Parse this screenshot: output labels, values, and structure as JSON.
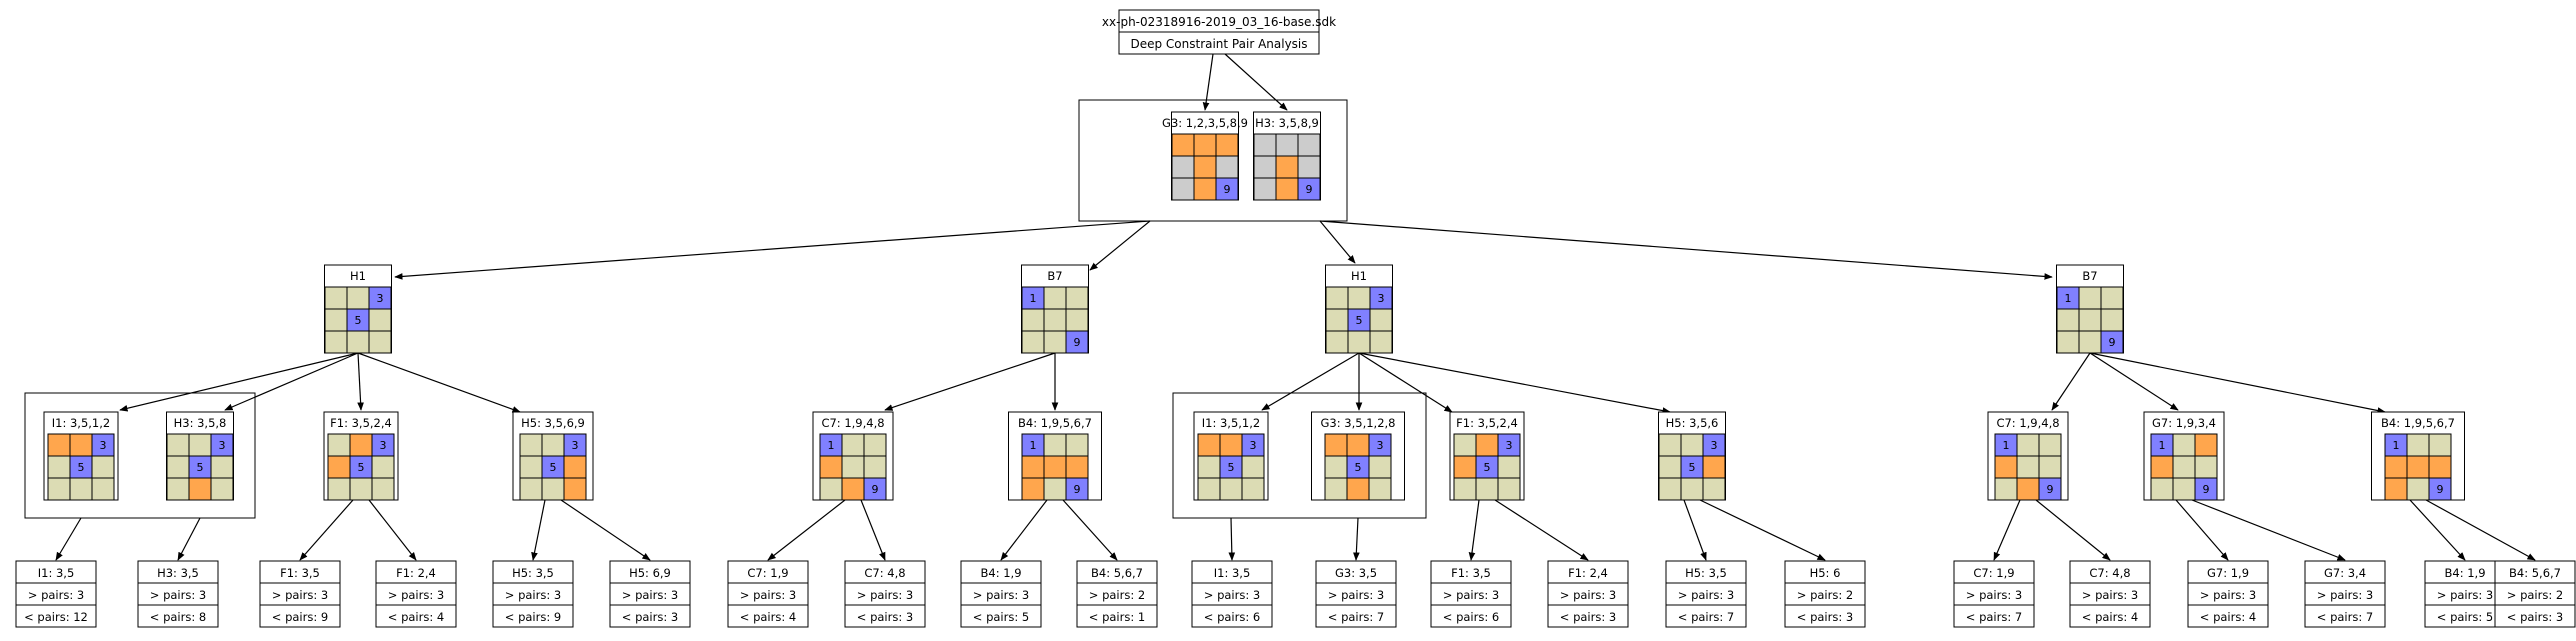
{
  "colors": {
    "orange": "#ffa64d",
    "gray": "#cccccc",
    "olive": "#dcdcb4",
    "blue": "#8080ff",
    "line": "#000000"
  },
  "root": {
    "title": "xx-ph-02318916-2019_03_16-base.sdk",
    "subtitle": "Deep Constraint Pair Analysis"
  },
  "nodes": [
    {
      "label": "G3: 1,2,3,5,8,9",
      "grid": [
        "O",
        "O",
        "O",
        "G",
        "O",
        "G",
        "G",
        "O",
        "B"
      ],
      "nums": [
        "",
        "",
        "",
        "",
        "",
        "",
        "",
        "",
        "9"
      ]
    },
    {
      "label": "H3: 3,5,8,9",
      "grid": [
        "G",
        "G",
        "G",
        "G",
        "O",
        "G",
        "G",
        "O",
        "B"
      ],
      "nums": [
        "",
        "",
        "",
        "",
        "",
        "",
        "",
        "",
        "9"
      ]
    },
    {
      "label": "H1",
      "grid": [
        "Y",
        "Y",
        "B",
        "Y",
        "B",
        "Y",
        "Y",
        "Y",
        "Y"
      ],
      "nums": [
        "",
        "",
        "3",
        "",
        "5",
        "",
        "",
        "",
        ""
      ]
    },
    {
      "label": "B7",
      "grid": [
        "B",
        "Y",
        "Y",
        "Y",
        "Y",
        "Y",
        "Y",
        "Y",
        "B"
      ],
      "nums": [
        "1",
        "",
        "",
        "",
        "",
        "",
        "",
        "",
        "9"
      ]
    },
    {
      "label": "H1",
      "grid": [
        "Y",
        "Y",
        "B",
        "Y",
        "B",
        "Y",
        "Y",
        "Y",
        "Y"
      ],
      "nums": [
        "",
        "",
        "3",
        "",
        "5",
        "",
        "",
        "",
        ""
      ]
    },
    {
      "label": "B7",
      "grid": [
        "B",
        "Y",
        "Y",
        "Y",
        "Y",
        "Y",
        "Y",
        "Y",
        "B"
      ],
      "nums": [
        "1",
        "",
        "",
        "",
        "",
        "",
        "",
        "",
        "9"
      ]
    },
    {
      "label": "I1: 3,5,1,2",
      "grid": [
        "O",
        "O",
        "B",
        "Y",
        "B",
        "Y",
        "Y",
        "Y",
        "Y"
      ],
      "nums": [
        "",
        "",
        "3",
        "",
        "5",
        "",
        "",
        "",
        ""
      ]
    },
    {
      "label": "H3: 3,5,8",
      "grid": [
        "Y",
        "Y",
        "B",
        "Y",
        "B",
        "Y",
        "Y",
        "O",
        "Y"
      ],
      "nums": [
        "",
        "",
        "3",
        "",
        "5",
        "",
        "",
        "",
        ""
      ]
    },
    {
      "label": "F1: 3,5,2,4",
      "grid": [
        "Y",
        "O",
        "B",
        "O",
        "B",
        "Y",
        "Y",
        "Y",
        "Y"
      ],
      "nums": [
        "",
        "",
        "3",
        "",
        "5",
        "",
        "",
        "",
        ""
      ]
    },
    {
      "label": "H5: 3,5,6,9",
      "grid": [
        "Y",
        "Y",
        "B",
        "Y",
        "B",
        "O",
        "Y",
        "Y",
        "O"
      ],
      "nums": [
        "",
        "",
        "3",
        "",
        "5",
        "",
        "",
        "",
        ""
      ]
    },
    {
      "label": "C7: 1,9,4,8",
      "grid": [
        "B",
        "Y",
        "Y",
        "O",
        "Y",
        "Y",
        "Y",
        "O",
        "B"
      ],
      "nums": [
        "1",
        "",
        "",
        "",
        "",
        "",
        "",
        "",
        "9"
      ]
    },
    {
      "label": "B4: 1,9,5,6,7",
      "grid": [
        "B",
        "Y",
        "Y",
        "O",
        "O",
        "O",
        "O",
        "Y",
        "B"
      ],
      "nums": [
        "1",
        "",
        "",
        "",
        "",
        "",
        "",
        "",
        "9"
      ]
    },
    {
      "label": "I1: 3,5,1,2",
      "grid": [
        "O",
        "O",
        "B",
        "Y",
        "B",
        "Y",
        "Y",
        "Y",
        "Y"
      ],
      "nums": [
        "",
        "",
        "3",
        "",
        "5",
        "",
        "",
        "",
        ""
      ]
    },
    {
      "label": "G3: 3,5,1,2,8",
      "grid": [
        "O",
        "O",
        "B",
        "Y",
        "B",
        "Y",
        "Y",
        "O",
        "Y"
      ],
      "nums": [
        "",
        "",
        "3",
        "",
        "5",
        "",
        "",
        "",
        ""
      ]
    },
    {
      "label": "F1: 3,5,2,4",
      "grid": [
        "Y",
        "O",
        "B",
        "O",
        "B",
        "Y",
        "Y",
        "Y",
        "Y"
      ],
      "nums": [
        "",
        "",
        "3",
        "",
        "5",
        "",
        "",
        "",
        ""
      ]
    },
    {
      "label": "H5: 3,5,6",
      "grid": [
        "Y",
        "Y",
        "B",
        "Y",
        "B",
        "O",
        "Y",
        "Y",
        "Y"
      ],
      "nums": [
        "",
        "",
        "3",
        "",
        "5",
        "",
        "",
        "",
        ""
      ]
    },
    {
      "label": "C7: 1,9,4,8",
      "grid": [
        "B",
        "Y",
        "Y",
        "O",
        "Y",
        "Y",
        "Y",
        "O",
        "B"
      ],
      "nums": [
        "1",
        "",
        "",
        "",
        "",
        "",
        "",
        "",
        "9"
      ]
    },
    {
      "label": "G7: 1,9,3,4",
      "grid": [
        "B",
        "Y",
        "O",
        "O",
        "Y",
        "Y",
        "Y",
        "Y",
        "B"
      ],
      "nums": [
        "1",
        "",
        "",
        "",
        "",
        "",
        "",
        "",
        "9"
      ]
    },
    {
      "label": "B4: 1,9,5,6,7",
      "grid": [
        "B",
        "Y",
        "Y",
        "O",
        "O",
        "O",
        "O",
        "Y",
        "B"
      ],
      "nums": [
        "1",
        "",
        "",
        "",
        "",
        "",
        "",
        "",
        "9"
      ]
    }
  ],
  "leaves": [
    {
      "label": "I1: 3,5",
      "gt": "> pairs: 3",
      "lt": "< pairs: 12"
    },
    {
      "label": "H3: 3,5",
      "gt": "> pairs: 3",
      "lt": "< pairs: 8"
    },
    {
      "label": "F1: 3,5",
      "gt": "> pairs: 3",
      "lt": "< pairs: 9"
    },
    {
      "label": "F1: 2,4",
      "gt": "> pairs: 3",
      "lt": "< pairs: 4"
    },
    {
      "label": "H5: 3,5",
      "gt": "> pairs: 3",
      "lt": "< pairs: 9"
    },
    {
      "label": "H5: 6,9",
      "gt": "> pairs: 3",
      "lt": "< pairs: 3"
    },
    {
      "label": "C7: 1,9",
      "gt": "> pairs: 3",
      "lt": "< pairs: 4"
    },
    {
      "label": "C7: 4,8",
      "gt": "> pairs: 3",
      "lt": "< pairs: 3"
    },
    {
      "label": "B4: 1,9",
      "gt": "> pairs: 3",
      "lt": "< pairs: 5"
    },
    {
      "label": "B4: 5,6,7",
      "gt": "> pairs: 2",
      "lt": "< pairs: 1"
    },
    {
      "label": "I1: 3,5",
      "gt": "> pairs: 3",
      "lt": "< pairs: 6"
    },
    {
      "label": "G3: 3,5",
      "gt": "> pairs: 3",
      "lt": "< pairs: 7"
    },
    {
      "label": "F1: 3,5",
      "gt": "> pairs: 3",
      "lt": "< pairs: 6"
    },
    {
      "label": "F1: 2,4",
      "gt": "> pairs: 3",
      "lt": "< pairs: 3"
    },
    {
      "label": "H5: 3,5",
      "gt": "> pairs: 3",
      "lt": "< pairs: 7"
    },
    {
      "label": "H5: 6",
      "gt": "> pairs: 2",
      "lt": "< pairs: 3"
    },
    {
      "label": "C7: 1,9",
      "gt": "> pairs: 3",
      "lt": "< pairs: 7"
    },
    {
      "label": "C7: 4,8",
      "gt": "> pairs: 3",
      "lt": "< pairs: 4"
    },
    {
      "label": "G7: 1,9",
      "gt": "> pairs: 3",
      "lt": "< pairs: 4"
    },
    {
      "label": "G7: 3,4",
      "gt": "> pairs: 3",
      "lt": "< pairs: 7"
    },
    {
      "label": "B4: 1,9",
      "gt": "> pairs: 3",
      "lt": "< pairs: 5"
    },
    {
      "label": "B4: 5,6,7",
      "gt": "> pairs: 2",
      "lt": "< pairs: 3"
    }
  ]
}
